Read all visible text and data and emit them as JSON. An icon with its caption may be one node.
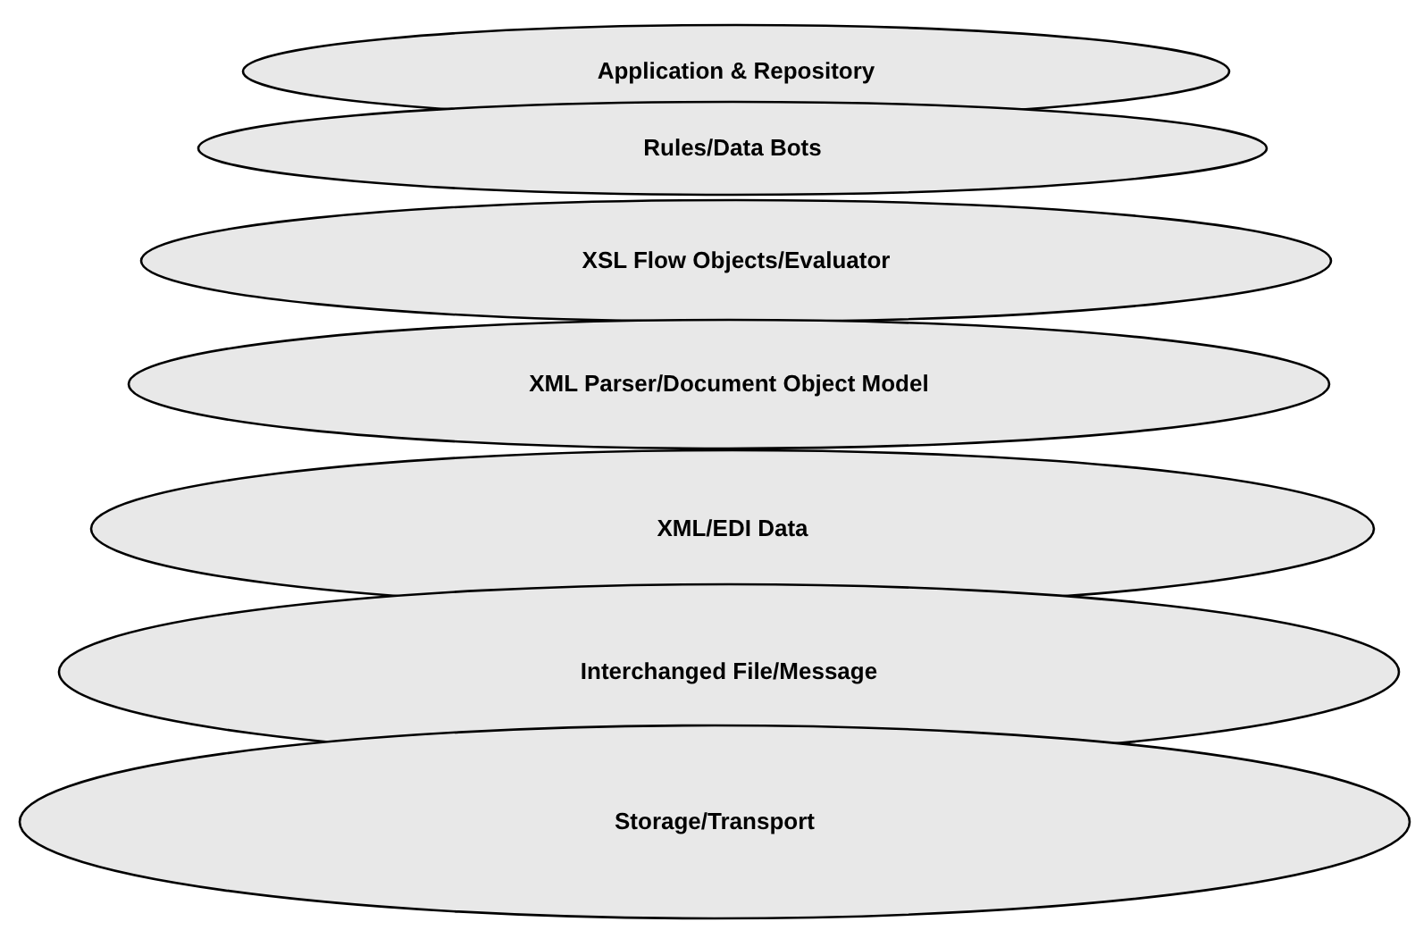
{
  "diagram": {
    "nodes": [
      {
        "text": [
          "Application & Repository"
        ]
      },
      {
        "text": [
          "Rules/Data Bots"
        ]
      },
      {
        "text": [
          "XSL Flow Objects/Evaluator"
        ]
      },
      {
        "text": [
          "XML Parser/Document Object Model"
        ]
      },
      {
        "text": [
          "XML/EDI Data"
        ]
      },
      {
        "text": [
          "Interchanged File/Message"
        ]
      },
      {
        "text": [
          "Storage/Transport"
        ]
      }
    ]
  }
}
